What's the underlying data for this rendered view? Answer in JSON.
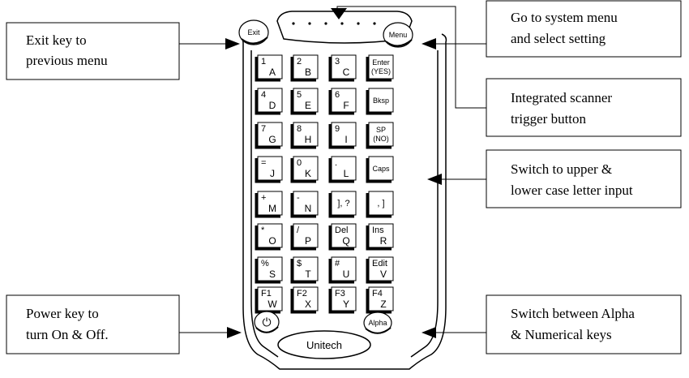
{
  "callouts": {
    "exit": "Exit key to previous menu",
    "menu": "Go to system menu and select setting",
    "scanner": "Integrated scanner trigger button",
    "caps": "Switch to upper & lower case letter input",
    "power": "Power key to turn On & Off.",
    "alpha": "Switch between Alpha & Numerical keys"
  },
  "callout_lines": {
    "exit": [
      "Exit key to",
      "previous menu"
    ],
    "menu": [
      "Go to system menu",
      "and select setting"
    ],
    "scanner": [
      "Integrated scanner",
      "trigger button"
    ],
    "caps": [
      "Switch to upper &",
      "lower case letter input"
    ],
    "power": [
      "Power key to",
      "turn On & Off."
    ],
    "alpha": [
      "Switch between Alpha",
      "& Numerical keys"
    ]
  },
  "device": {
    "exit_label": "Exit",
    "menu_label": "Menu",
    "alpha_label": "Alpha",
    "power_symbol": "⏻",
    "brand": "Unitech"
  },
  "keys": [
    {
      "top": "1",
      "bottom": "A"
    },
    {
      "top": "2",
      "bottom": "B"
    },
    {
      "top": "3",
      "bottom": "C"
    },
    {
      "top": "Enter",
      "bottom": "(YES)",
      "word": true
    },
    {
      "top": "4",
      "bottom": "D"
    },
    {
      "top": "5",
      "bottom": "E"
    },
    {
      "top": "6",
      "bottom": "F"
    },
    {
      "top": "Bksp",
      "bottom": "",
      "word": true
    },
    {
      "top": "7",
      "bottom": "G"
    },
    {
      "top": "8",
      "bottom": "H"
    },
    {
      "top": "9",
      "bottom": "I"
    },
    {
      "top": "SP",
      "bottom": "(NO)",
      "word": true
    },
    {
      "top": "=",
      "bottom": "J"
    },
    {
      "top": "0",
      "bottom": "K"
    },
    {
      "top": ".",
      "bottom": "L"
    },
    {
      "top": "Caps",
      "bottom": "",
      "word": true
    },
    {
      "top": "+",
      "bottom": "M"
    },
    {
      "top": "-",
      "bottom": "N"
    },
    {
      "top": "], ?",
      "bottom": ""
    },
    {
      "top": ", ]",
      "bottom": ""
    },
    {
      "top": "*",
      "bottom": "O"
    },
    {
      "top": "/",
      "bottom": "P"
    },
    {
      "top": "Del",
      "bottom": "Q"
    },
    {
      "top": "Ins",
      "bottom": "R"
    },
    {
      "top": "%",
      "bottom": "S"
    },
    {
      "top": "$",
      "bottom": "T"
    },
    {
      "top": "#",
      "bottom": "U"
    },
    {
      "top": "Edit",
      "bottom": "V"
    },
    {
      "top": "F1",
      "bottom": "W"
    },
    {
      "top": "F2",
      "bottom": "X"
    },
    {
      "top": "F3",
      "bottom": "Y"
    },
    {
      "top": "F4",
      "bottom": "Z"
    }
  ]
}
